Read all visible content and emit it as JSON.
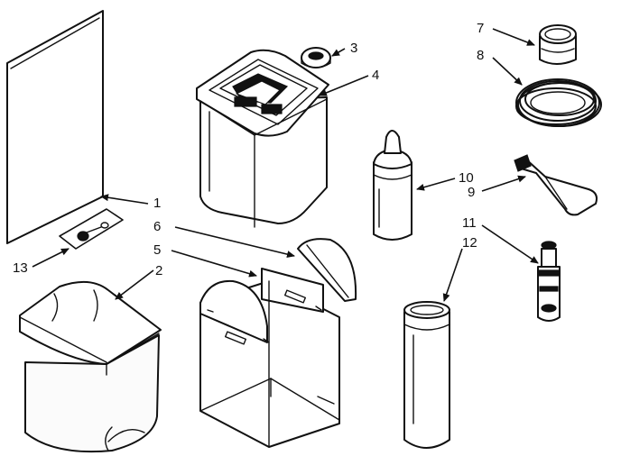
{
  "callouts": {
    "c1": "1",
    "c2": "2",
    "c3": "3",
    "c4": "4",
    "c5": "5",
    "c6": "6",
    "c7": "7",
    "c8": "8",
    "c9": "9",
    "c10": "10",
    "c11": "11",
    "c12": "12",
    "c13": "13"
  },
  "colors": {
    "ink": "#111111",
    "paper": "#ffffff",
    "shade": "#d9d9d9"
  }
}
